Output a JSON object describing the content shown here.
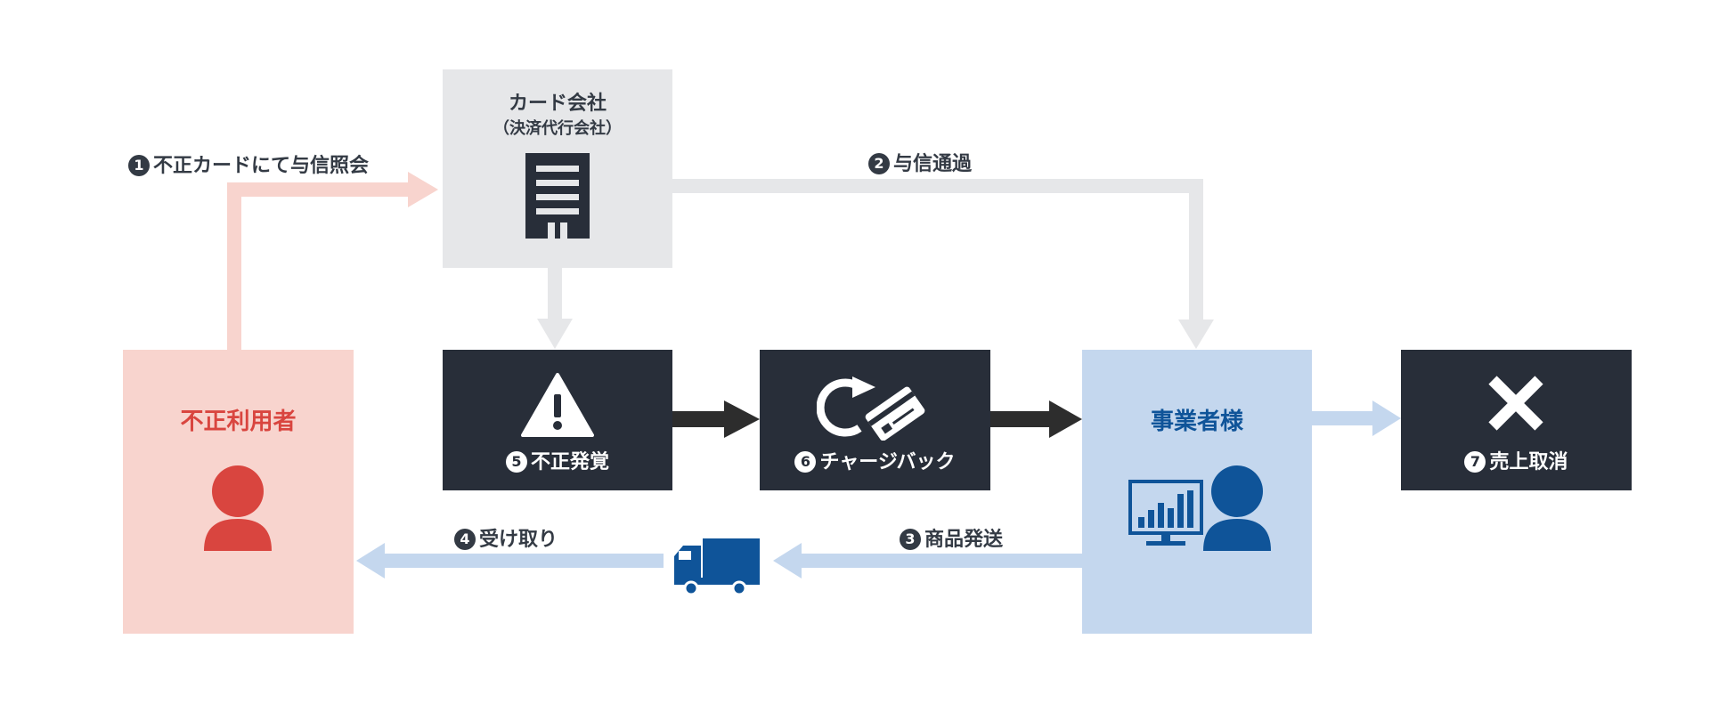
{
  "colors": {
    "fraud_bg": "#f8d4ce",
    "fraud_text": "#d9453f",
    "card_bg": "#e6e7e9",
    "merchant_bg": "#c4d7ee",
    "merchant_text": "#0f5499",
    "dark_bg": "#282e39",
    "gray_arrow": "#e6e7e9",
    "blue_arrow": "#c4d7ee",
    "dark_arrow": "#2d2d2d",
    "label_text": "#333a44"
  },
  "nodes": {
    "card_company": {
      "title": "カード会社",
      "subtitle": "（決済代行会社）",
      "icon": "building-icon"
    },
    "fraud_user": {
      "title": "不正利用者",
      "icon": "person-icon"
    },
    "fraud_detect": {
      "num": "5",
      "label": "不正発覚",
      "icon": "warning-icon"
    },
    "chargeback": {
      "num": "6",
      "label": "チャージバック",
      "icon": "card-return-icon"
    },
    "merchant": {
      "title": "事業者様",
      "icon": "monitor-person-icon"
    },
    "cancel": {
      "num": "7",
      "label": "売上取消",
      "icon": "cross-icon"
    }
  },
  "steps": {
    "s1": {
      "num": "1",
      "label": "不正カードにて与信照会"
    },
    "s2": {
      "num": "2",
      "label": "与信通過"
    },
    "s3": {
      "num": "3",
      "label": "商品発送"
    },
    "s4": {
      "num": "4",
      "label": "受け取り"
    }
  },
  "truck": {
    "icon": "truck-icon"
  }
}
